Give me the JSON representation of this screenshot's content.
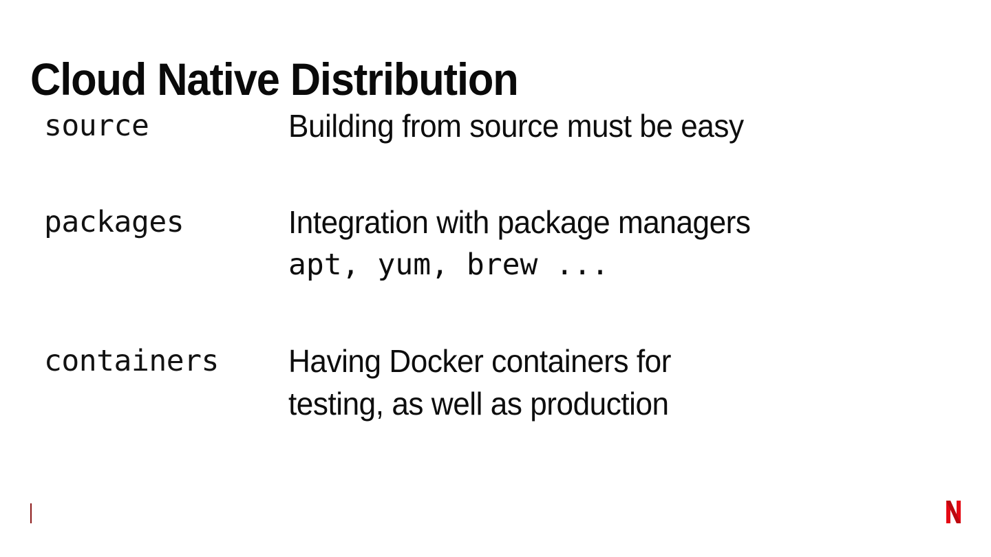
{
  "slide": {
    "title": "Cloud Native Distribution",
    "background_color": "#ffffff",
    "text_color": "#000000",
    "rows": [
      {
        "term": "source",
        "lines": [
          {
            "text": "Building from source must be easy",
            "style": "sans"
          }
        ]
      },
      {
        "term": "packages",
        "lines": [
          {
            "text": "Integration with package managers",
            "style": "sans"
          },
          {
            "text": "apt, yum, brew ...",
            "style": "mono"
          }
        ]
      },
      {
        "term": "containers",
        "lines": [
          {
            "text": "Having Docker containers for",
            "style": "sans"
          },
          {
            "text": "testing, as well as production",
            "style": "sans"
          }
        ]
      }
    ]
  },
  "footer": {
    "accent_bar_color": "#8c1a1a",
    "logo": {
      "name": "netflix-n-logo",
      "primary_color": "#e50914",
      "shadow_color": "#8b0508"
    }
  }
}
